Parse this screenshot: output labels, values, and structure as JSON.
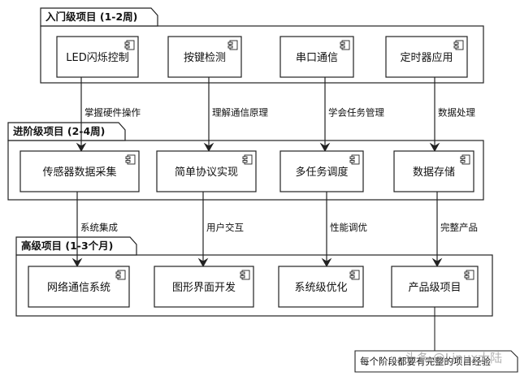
{
  "levels": [
    {
      "id": "beginner",
      "title": "入门级项目 (1-2周)",
      "components": [
        {
          "id": "led",
          "label": "LED闪烁控制"
        },
        {
          "id": "button",
          "label": "按键检测"
        },
        {
          "id": "uart",
          "label": "串口通信"
        },
        {
          "id": "timer",
          "label": "定时器应用"
        }
      ]
    },
    {
      "id": "intermediate",
      "title": "进阶级项目 (2-4周)",
      "components": [
        {
          "id": "sensor",
          "label": "传感器数据采集"
        },
        {
          "id": "protocol",
          "label": "简单协议实现"
        },
        {
          "id": "multitask",
          "label": "多任务调度"
        },
        {
          "id": "storage",
          "label": "数据存储"
        }
      ]
    },
    {
      "id": "advanced",
      "title": "高级项目 (1-3个月)",
      "components": [
        {
          "id": "network",
          "label": "网络通信系统"
        },
        {
          "id": "gui",
          "label": "图形界面开发"
        },
        {
          "id": "sysopt",
          "label": "系统级优化"
        },
        {
          "id": "product",
          "label": "产品级项目"
        }
      ]
    }
  ],
  "edges": [
    {
      "from": "led",
      "to": "sensor",
      "label": "掌握硬件操作"
    },
    {
      "from": "button",
      "to": "protocol",
      "label": "理解通信原理"
    },
    {
      "from": "uart",
      "to": "multitask",
      "label": "学会任务管理"
    },
    {
      "from": "timer",
      "to": "storage",
      "label": "数据处理"
    },
    {
      "from": "sensor",
      "to": "network",
      "label": "系统集成"
    },
    {
      "from": "protocol",
      "to": "gui",
      "label": "用户交互"
    },
    {
      "from": "multitask",
      "to": "sysopt",
      "label": "性能调优"
    },
    {
      "from": "storage",
      "to": "product",
      "label": "完整产品"
    }
  ],
  "note": {
    "attached_to": "product",
    "text": "每个阶段都要有完整的项目经验"
  },
  "watermark": {
    "text": "头条 @Linux大陆"
  }
}
